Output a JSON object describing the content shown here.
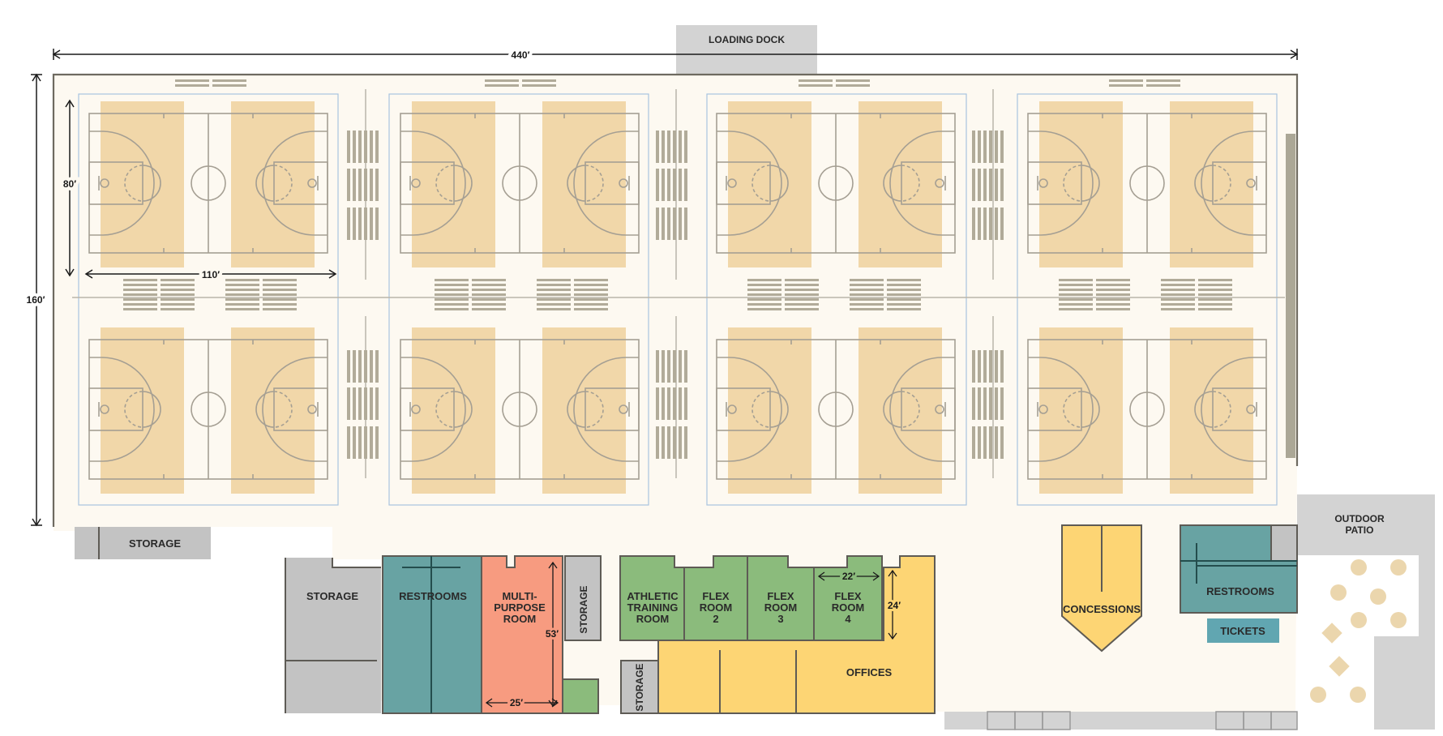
{
  "dimensions": {
    "width": "440′",
    "height": "160′",
    "court_width": "110′",
    "court_height": "80′",
    "multipurpose_height": "53′",
    "multipurpose_width": "25′",
    "flex_width": "22′",
    "flex_height": "24′"
  },
  "rooms": {
    "loading_dock": "LOADING DOCK",
    "outdoor_patio": [
      "OUTDOOR",
      "PATIO"
    ],
    "storage_top": "STORAGE",
    "storage_left": "STORAGE",
    "storage_vertical_1": "STORAGE",
    "storage_vertical_2": "STORAGE",
    "restrooms_left": "RESTROOMS",
    "restrooms_right": "RESTROOMS",
    "multipurpose": [
      "MULTI-",
      "PURPOSE",
      "ROOM"
    ],
    "athletic_training": [
      "ATHLETIC",
      "TRAINING",
      "ROOM"
    ],
    "flex_2": [
      "FLEX",
      "ROOM",
      "2"
    ],
    "flex_3": [
      "FLEX",
      "ROOM",
      "3"
    ],
    "flex_4": [
      "FLEX",
      "ROOM",
      "4"
    ],
    "offices": "OFFICES",
    "concessions": "CONCESSIONS",
    "tickets": "TICKETS"
  },
  "colors": {
    "floor": "#fdf9f1",
    "court_paint": "#f1d7a9",
    "storage": "#c3c3c3",
    "restrooms": "#68a3a3",
    "multipurpose": "#f79b80",
    "flex": "#8bbb7c",
    "offices": "#fdd574",
    "tickets": "#61a6b1",
    "patio_circles": "#ebd6ad",
    "bleachers": "#b1ab99",
    "court_zone_border": "#a9c4e0"
  }
}
